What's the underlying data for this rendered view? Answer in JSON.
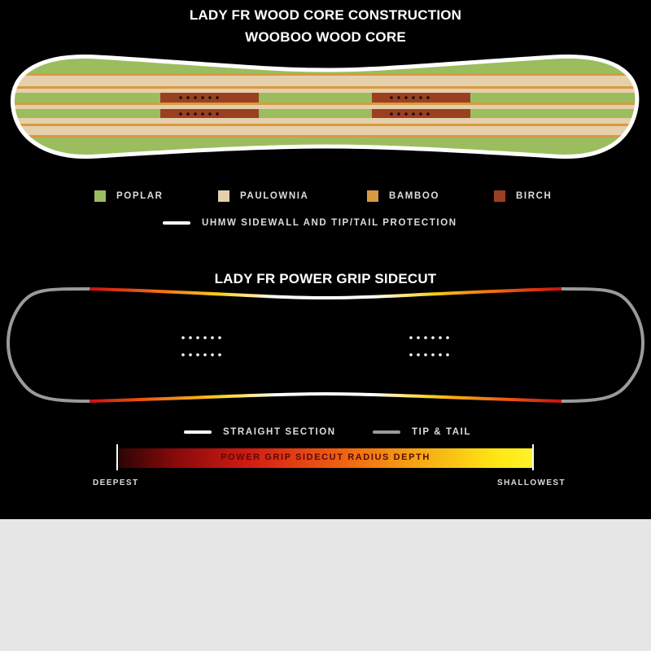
{
  "titles": {
    "construction": "LADY FR WOOD CORE CONSTRUCTION",
    "core": "WOOBOO WOOD CORE",
    "sidecut": "LADY FR POWER GRIP SIDECUT"
  },
  "materials": [
    {
      "label": "POPLAR",
      "color": "#9bbd5e"
    },
    {
      "label": "PAULOWNIA",
      "color": "#e6cfab"
    },
    {
      "label": "BAMBOO",
      "color": "#d89a42"
    },
    {
      "label": "BIRCH",
      "color": "#9b3f21"
    }
  ],
  "sidewall_label": "UHMW SIDEWALL AND TIP/TAIL PROTECTION",
  "sidecut_legend": {
    "straight": "STRAIGHT SECTION",
    "tip_tail": "TIP & TAIL"
  },
  "depth_scale": {
    "label": "POWER GRIP SIDECUT RADIUS DEPTH",
    "left": "DEEPEST",
    "right": "SHALLOWEST"
  },
  "colors": {
    "background": "#000000",
    "sidewall": "#ffffff",
    "tip_tail": "#9a9a9a"
  }
}
